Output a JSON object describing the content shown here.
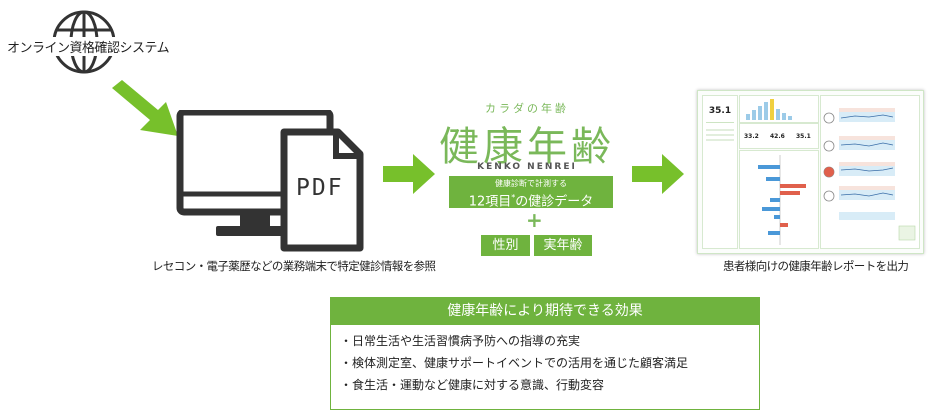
{
  "system_label": "オンライン資格確認システム",
  "terminal_caption": "レセコン・電子薬歴などの業務端末で特定健診情報を参照",
  "pdf_label": "PDF",
  "brand": {
    "top": "カラダの年齢",
    "main": "健康年齢",
    "sub": "KENKO NENREI",
    "data_small": "健康診断で計測する",
    "data_main": "12項目",
    "data_sup": "*",
    "data_tail": "の健診データ",
    "plus": "+",
    "pills": [
      "性別",
      "実年齢"
    ]
  },
  "report_caption": "患者様向けの健康年齢レポートを出力",
  "report_values": {
    "main": "35.1",
    "a": "33.2",
    "b": "42.6",
    "c": "35.1"
  },
  "effects": {
    "title": "健康年齢により期待できる効果",
    "items": [
      "・日常生活や生活習慣病予防への指導の充実",
      "・検体測定室、健康サポートイベントでの活用を通じた顧客満足",
      "・食生活・運動など健康に対する意識、行動変容"
    ]
  },
  "colors": {
    "accent": "#6fb33e",
    "arrow": "#77c02b"
  }
}
